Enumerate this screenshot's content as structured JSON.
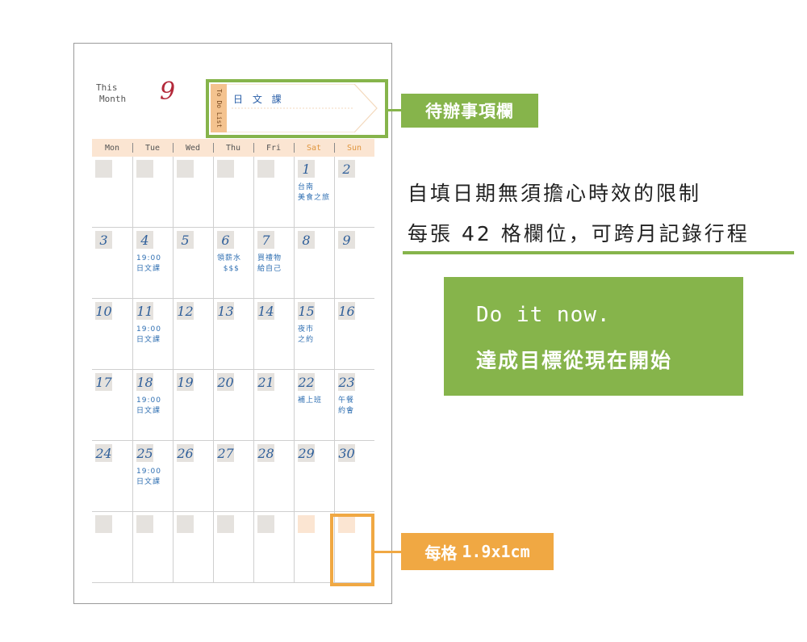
{
  "header": {
    "this_label_1": "This",
    "this_label_2": "Month",
    "month_number": "9"
  },
  "todo": {
    "tab_label": "To Do List",
    "text": "日 文 課"
  },
  "calendar": {
    "weekdays": [
      "Mon",
      "Tue",
      "Wed",
      "Thu",
      "Fri",
      "Sat",
      "Sun"
    ],
    "rows": [
      [
        {
          "d": "",
          "n": ""
        },
        {
          "d": "",
          "n": ""
        },
        {
          "d": "",
          "n": ""
        },
        {
          "d": "",
          "n": ""
        },
        {
          "d": "",
          "n": ""
        },
        {
          "d": "1",
          "n": "台南\n美食之旅"
        },
        {
          "d": "2",
          "n": ""
        }
      ],
      [
        {
          "d": "3",
          "n": ""
        },
        {
          "d": "4",
          "n": "19:00\n日文課"
        },
        {
          "d": "5",
          "n": ""
        },
        {
          "d": "6",
          "n": "領薪水\n  $$$"
        },
        {
          "d": "7",
          "n": "買禮物\n給自己"
        },
        {
          "d": "8",
          "n": ""
        },
        {
          "d": "9",
          "n": ""
        }
      ],
      [
        {
          "d": "10",
          "n": ""
        },
        {
          "d": "11",
          "n": "19:00\n日文課"
        },
        {
          "d": "12",
          "n": ""
        },
        {
          "d": "13",
          "n": ""
        },
        {
          "d": "14",
          "n": ""
        },
        {
          "d": "15",
          "n": "夜市\n之約"
        },
        {
          "d": "16",
          "n": ""
        }
      ],
      [
        {
          "d": "17",
          "n": ""
        },
        {
          "d": "18",
          "n": "19:00\n日文課"
        },
        {
          "d": "19",
          "n": ""
        },
        {
          "d": "20",
          "n": ""
        },
        {
          "d": "21",
          "n": ""
        },
        {
          "d": "22",
          "n": "補上班"
        },
        {
          "d": "23",
          "n": "午餐\n約會"
        }
      ],
      [
        {
          "d": "24",
          "n": ""
        },
        {
          "d": "25",
          "n": "19:00\n日文課"
        },
        {
          "d": "26",
          "n": ""
        },
        {
          "d": "27",
          "n": ""
        },
        {
          "d": "28",
          "n": ""
        },
        {
          "d": "29",
          "n": ""
        },
        {
          "d": "30",
          "n": ""
        }
      ],
      [
        {
          "d": "",
          "n": ""
        },
        {
          "d": "",
          "n": ""
        },
        {
          "d": "",
          "n": ""
        },
        {
          "d": "",
          "n": ""
        },
        {
          "d": "",
          "n": ""
        },
        {
          "d": "",
          "n": ""
        },
        {
          "d": "",
          "n": ""
        }
      ]
    ]
  },
  "callouts": {
    "todo_label": "待辦事項欄",
    "desc_line_1": "自填日期無須擔心時效的限制",
    "desc_line_2": "每張 42 格欄位，可跨月記錄行程",
    "slogan_en": "Do it now.",
    "slogan_zh": "達成目標從現在開始",
    "cell_size_prefix": "每格",
    "cell_size_value": "1.9x1cm"
  },
  "colors": {
    "green": "#86b44b",
    "orange": "#f0a843",
    "ink_blue": "#2f5f9a",
    "month_red": "#b32839",
    "weekend_orange": "#e0963f"
  }
}
